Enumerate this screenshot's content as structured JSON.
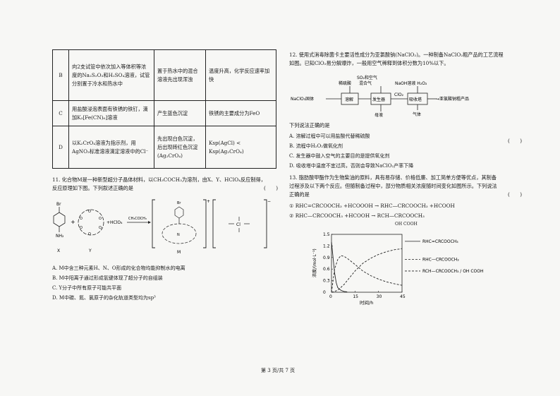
{
  "table": {
    "rows": [
      {
        "label": "B",
        "c1": "向2支试管中依次加入等体积等浓度的Na₂S₂O₃和H₂SO₄溶液，试管分别置于冷水和热水中",
        "c2": "置于热水中的混合溶液先出现浑浊",
        "c3": "温度升高，化学反应速率加快"
      },
      {
        "label": "C",
        "c1": "用盐酸浸泡表面有铁锈的铁钉，滴加K₃[Fe(CN)₆]溶液",
        "c2": "产生蓝色沉淀",
        "c3": "铁锈的主要成分为FeO"
      },
      {
        "label": "D",
        "c1": "以K₂CrO₄溶液为指示剂，用AgNO₃标准溶液滴定溶液中的Cl⁻",
        "c2": "先出现白色沉淀，后出现砖红色沉淀(Ag₂CrO₄)",
        "c3": "Ksp(AgCl) < Ksp(Ag₂CrO₄)"
      }
    ]
  },
  "q11": {
    "stem1": "11. 化合物M是一种新型超分子晶体材料，以CH₃COCH₃为溶剂，由X、Y、HClO₄反应制得，",
    "stem2": "反应原理如下图。下列叙述正确的是",
    "paren": "(　　)",
    "plus1": "+",
    "plus2": "+HClO₄",
    "arrow_label": "CH₃COCH₃",
    "label_x": "X",
    "label_y": "Y",
    "label_m": "M",
    "br": "Br",
    "nh2": "NH₂",
    "options": [
      "A. M中含三种元素H、N、O形成的化合物均能抑制水的电离",
      "B. M中阳离子通过形成氢键体现了超分子的自组装",
      "C. Y分子中所有原子可能共平面",
      "D. M中碳、氮、氯原子的杂化轨道类型均为sp³"
    ]
  },
  "q12": {
    "stem1": "12. 使用式消毒除菌卡主要活性成分为亚氯酸钠(NaClO₂)。一种制备NaClO₂粗产品的工艺流程",
    "stem2": "如图。已知ClO₂易分解爆炸，一般用空气稀释到体积分数为10%以下。",
    "flow": {
      "input": "NaClO₃固体",
      "dilute": "稀硫酸",
      "so2": "SO₂和空气",
      "mix": "混合气",
      "naoh": "NaOH溶液 H₂O₂",
      "box1": "溶解",
      "box2": "发生器",
      "box3": "吸收塔",
      "clo2": "ClO₂",
      "out1": "母液",
      "out2": "气体",
      "product": "→亚氯酸钠粗产品"
    },
    "ask": "下列说法正确的是",
    "paren": "(　　)",
    "options": [
      "A. 溶解过程中可以用盐酸代替稀硫酸",
      "B. 流程中H₂O₂做氧化剂",
      "C. 发生器中鼓入空气的主要目的是提供氧化剂",
      "D. 吸收塔中温度不宜过高，否则会导致NaClO₂产率下降"
    ]
  },
  "q13": {
    "stem1": "13. 脂肪酸甲酯作为生物柴油的原料，具有易存储、价格低廉、加工简单方便等优点，其制备",
    "stem2": "过程涉及以下两个反应。但随制备过程中，部分物质相关浓度随时间变化如图所示。下列说法",
    "stem3": "正确的是",
    "paren": "(　　)",
    "r1_num": "①",
    "r1": "RHC=CRCOOCH₃ +HCOOOH → RHC—CRCOOCH₃ +HCOOH",
    "r2_num": "②",
    "r2": "RHC—CRCOOCH₃ +HCOOH → RCH—CRCOOCH₃",
    "r2_sub": "OH   COOH"
  },
  "chart_data": {
    "type": "line",
    "xlabel": "时间/h",
    "ylabel": "浓度/(mol·L⁻¹)",
    "x_ticks": [
      0,
      15,
      30,
      45
    ],
    "y_ticks": [
      0,
      0.3,
      0.6,
      0.9,
      1.2,
      1.5
    ],
    "xlim": [
      0,
      45
    ],
    "ylim": [
      0,
      1.5
    ],
    "series": [
      {
        "name": "RHC=CRCOOCH₃",
        "style": "solid",
        "x": [
          0,
          1,
          2,
          3,
          4,
          6,
          8,
          10
        ],
        "y": [
          1.3,
          0.9,
          0.5,
          0.25,
          0.12,
          0.05,
          0.02,
          0.01
        ]
      },
      {
        "name": "RHC—CRCOOCH₃ (epoxide)",
        "style": "dashed",
        "x": [
          0,
          2,
          4,
          6,
          8,
          10,
          15,
          20,
          25,
          30,
          35,
          40,
          45
        ],
        "y": [
          0,
          0.6,
          0.85,
          0.95,
          0.93,
          0.88,
          0.72,
          0.55,
          0.43,
          0.34,
          0.27,
          0.22,
          0.18
        ]
      },
      {
        "name": "RCH—CRCOOCH₃ (OH COOH)",
        "style": "dashed",
        "x": [
          0,
          4,
          8,
          12,
          15,
          20,
          25,
          30,
          35,
          40,
          45
        ],
        "y": [
          0,
          0.05,
          0.2,
          0.4,
          0.55,
          0.75,
          0.88,
          0.98,
          1.05,
          1.1,
          1.13
        ]
      }
    ],
    "legend": [
      "RHC=CRCOOCH₃",
      "RHC—CRCOOCH₃",
      "RCH—CRCOOCH₃ / OH COOH"
    ]
  },
  "page": {
    "number": "第 3 页/共 7 页"
  }
}
